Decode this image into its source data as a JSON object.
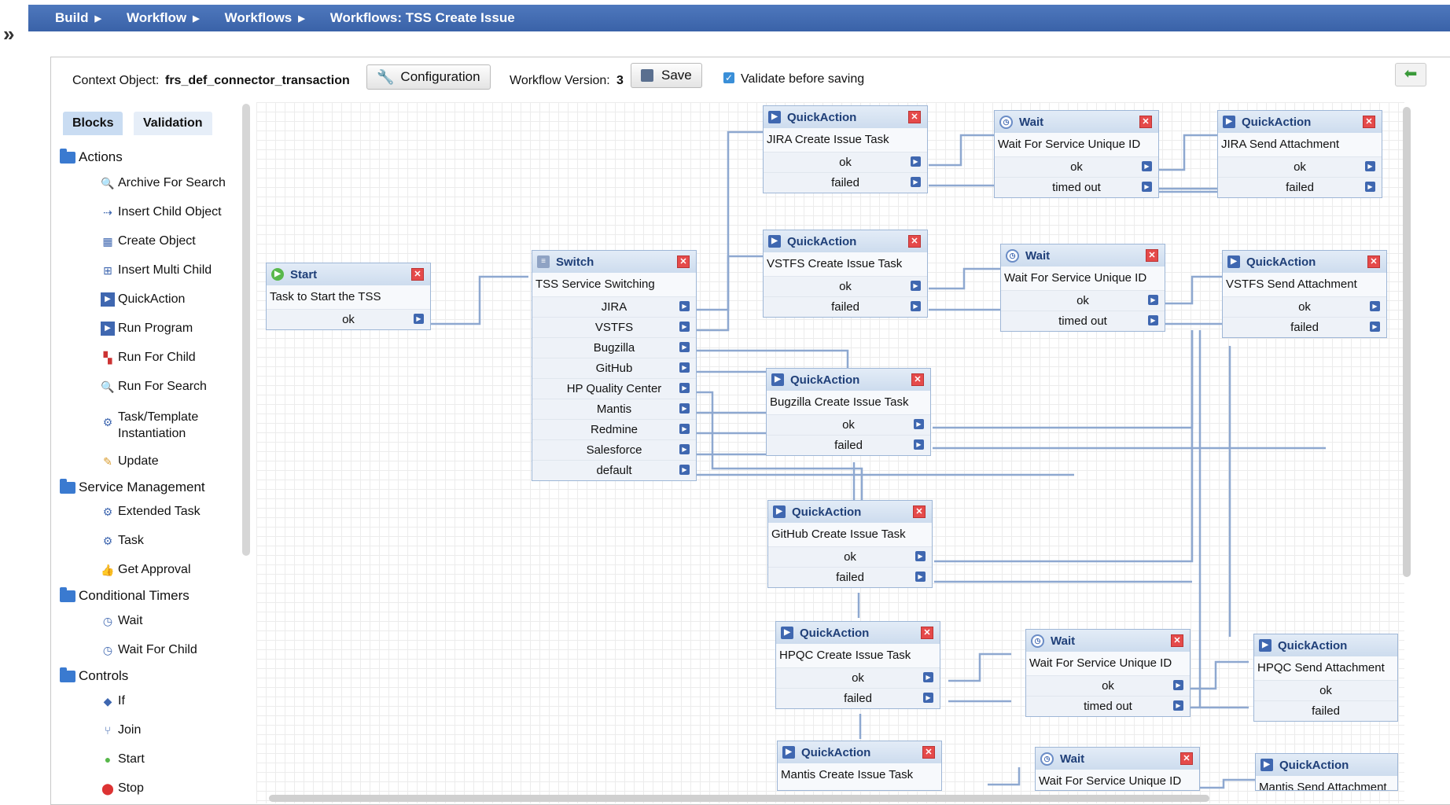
{
  "breadcrumb": [
    "Build",
    "Workflow",
    "Workflows",
    "Workflows: TSS Create Issue"
  ],
  "toolbar": {
    "context_label": "Context Object:",
    "context_value": "frs_def_connector_transaction",
    "configuration_label": "Configuration",
    "version_label": "Workflow Version:",
    "version_value": "3",
    "save_label": "Save",
    "validate_label": "Validate before saving",
    "validate_checked": true
  },
  "sidebar": {
    "tabs": [
      "Blocks",
      "Validation"
    ],
    "groups": [
      {
        "label": "Actions",
        "items": [
          "Archive For Search",
          "Insert Child Object",
          "Create Object",
          "Insert Multi Child",
          "QuickAction",
          "Run Program",
          "Run For Child",
          "Run For Search",
          "Task/Template Instantiation",
          "Update"
        ]
      },
      {
        "label": "Service Management",
        "items": [
          "Extended Task",
          "Task",
          "Get Approval"
        ]
      },
      {
        "label": "Conditional Timers",
        "items": [
          "Wait",
          "Wait For Child"
        ]
      },
      {
        "label": "Controls",
        "items": [
          "If",
          "Join",
          "Start",
          "Stop"
        ]
      }
    ]
  },
  "blocks": {
    "start": {
      "type": "Start",
      "name": "Task to Start the TSS",
      "ports": [
        "ok"
      ]
    },
    "switch": {
      "type": "Switch",
      "name": "TSS Service Switching",
      "ports": [
        "JIRA",
        "VSTFS",
        "Bugzilla",
        "GitHub",
        "HP Quality Center",
        "Mantis",
        "Redmine",
        "Salesforce",
        "default"
      ]
    },
    "jira_create": {
      "type": "QuickAction",
      "name": "JIRA Create Issue Task",
      "ports": [
        "ok",
        "failed"
      ]
    },
    "jira_wait": {
      "type": "Wait",
      "name": "Wait For Service Unique ID",
      "ports": [
        "ok",
        "timed out"
      ]
    },
    "jira_attach": {
      "type": "QuickAction",
      "name": "JIRA Send Attachment",
      "ports": [
        "ok",
        "failed"
      ]
    },
    "vstfs_create": {
      "type": "QuickAction",
      "name": "VSTFS Create Issue Task",
      "ports": [
        "ok",
        "failed"
      ]
    },
    "vstfs_wait": {
      "type": "Wait",
      "name": "Wait For Service Unique ID",
      "ports": [
        "ok",
        "timed out"
      ]
    },
    "vstfs_attach": {
      "type": "QuickAction",
      "name": "VSTFS Send Attachment",
      "ports": [
        "ok",
        "failed"
      ]
    },
    "bugzilla_create": {
      "type": "QuickAction",
      "name": "Bugzilla Create Issue Task",
      "ports": [
        "ok",
        "failed"
      ]
    },
    "github_create": {
      "type": "QuickAction",
      "name": "GitHub Create Issue Task",
      "ports": [
        "ok",
        "failed"
      ]
    },
    "hpqc_create": {
      "type": "QuickAction",
      "name": "HPQC Create Issue Task",
      "ports": [
        "ok",
        "failed"
      ]
    },
    "hpqc_wait": {
      "type": "Wait",
      "name": "Wait For Service Unique ID",
      "ports": [
        "ok",
        "timed out"
      ]
    },
    "hpqc_attach": {
      "type": "QuickAction",
      "name": "HPQC Send Attachment",
      "ports": [
        "ok",
        "failed"
      ]
    },
    "mantis_create": {
      "type": "QuickAction",
      "name": "Mantis Create Issue Task",
      "ports": []
    },
    "mantis_wait": {
      "type": "Wait",
      "name": "Wait For Service Unique ID",
      "ports": []
    },
    "mantis_attach": {
      "type": "QuickAction",
      "name": "Mantis Send Attachment",
      "ports": []
    }
  }
}
